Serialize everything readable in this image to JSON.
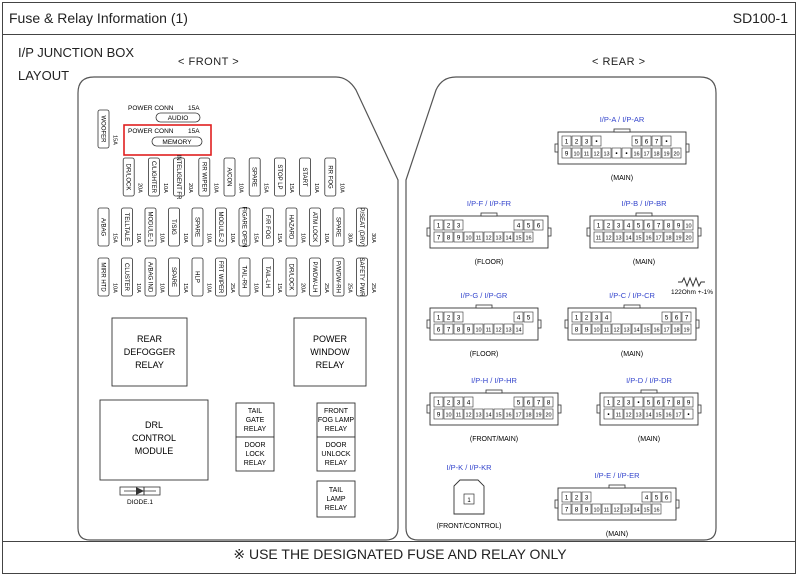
{
  "header": {
    "title": "Fuse & Relay Information (1)",
    "code": "SD100-1"
  },
  "box": {
    "title_line1": "I/P JUNCTION BOX",
    "title_line2": "LAYOUT"
  },
  "sections": {
    "front": "< FRONT >",
    "rear": "< REAR >"
  },
  "power_conn": {
    "audio": {
      "label": "POWER CONN",
      "rating": "15A",
      "name": "AUDIO"
    },
    "memory": {
      "label": "POWER CONN",
      "rating": "15A",
      "name": "MEMORY"
    }
  },
  "fuse_rows": [
    [
      {
        "name": "WOOFER",
        "rating": "15A"
      },
      {
        "name": "DR/LOCK",
        "rating": "20A"
      },
      {
        "name": "C/LIGHTER",
        "rating": "10A"
      },
      {
        "name": "INTELIGENT FR",
        "rating": "20A"
      },
      {
        "name": "RR WIPER",
        "rating": "10A"
      },
      {
        "name": "A/CON",
        "rating": "10A"
      },
      {
        "name": "SPARE",
        "rating": "15A"
      },
      {
        "name": "STOP LP",
        "rating": "15A"
      },
      {
        "name": "START",
        "rating": "10A"
      },
      {
        "name": "RR FOG",
        "rating": "10A"
      }
    ],
    [
      {
        "name": "A/BAG",
        "rating": "15A"
      },
      {
        "name": "TELLTALE",
        "rating": "10A"
      },
      {
        "name": "MODULE-1",
        "rating": "10A"
      },
      {
        "name": "T/SIG",
        "rating": "10A"
      },
      {
        "name": "SPARE",
        "rating": "10A"
      },
      {
        "name": "MODULE-2",
        "rating": "10A"
      },
      {
        "name": "FIGARE OPEN",
        "rating": "15A"
      },
      {
        "name": "F/R FOG",
        "rating": "15A"
      },
      {
        "name": "HAZARD",
        "rating": "10A"
      },
      {
        "name": "ATM LOCK",
        "rating": "10A"
      },
      {
        "name": "SPARE",
        "rating": "30A"
      },
      {
        "name": "P/SEAT (DRV)",
        "rating": "30A"
      }
    ],
    [
      {
        "name": "MIRR HTD",
        "rating": "10A"
      },
      {
        "name": "CLUSTER",
        "rating": "10A"
      },
      {
        "name": "A/BAG IND",
        "rating": "10A"
      },
      {
        "name": "SPARE",
        "rating": "15A"
      },
      {
        "name": "HLP",
        "rating": "10A"
      },
      {
        "name": "FRT WIPER",
        "rating": "25A"
      },
      {
        "name": "TAIL-RH",
        "rating": "10A"
      },
      {
        "name": "TAIL-LH",
        "rating": "15A"
      },
      {
        "name": "DR/LOCK",
        "rating": "20A"
      },
      {
        "name": "P/WDW-LH",
        "rating": "25A"
      },
      {
        "name": "P/WDW-RH",
        "rating": "25A"
      },
      {
        "name": "SAFETY PWR",
        "rating": "25A"
      }
    ]
  ],
  "relays": {
    "rear_defogger": [
      "REAR",
      "DEFOGGER",
      "RELAY"
    ],
    "power_window": [
      "POWER",
      "WINDOW",
      "RELAY"
    ],
    "drl_module": [
      "DRL",
      "CONTROL",
      "MODULE"
    ],
    "tail_gate": [
      "TAIL",
      "GATE",
      "RELAY"
    ],
    "door_lock": [
      "DOOR",
      "LOCK",
      "RELAY"
    ],
    "front_fog": [
      "FRONT",
      "FOG LAMP",
      "RELAY"
    ],
    "door_unlock": [
      "DOOR",
      "UNLOCK",
      "RELAY"
    ],
    "tail_lamp": [
      "TAIL",
      "LAMP",
      "RELAY"
    ]
  },
  "diode": "DIODE.1",
  "resistor": "122Ohm +-1%",
  "connectors": [
    {
      "key": "ipa",
      "codes": [
        "I/P-A",
        "I/P-AR"
      ],
      "sub": "(MAIN)",
      "rows": [
        [
          "1",
          "2",
          "3",
          "•",
          "",
          "",
          "",
          "5",
          "6",
          "7",
          "•"
        ],
        [
          "9",
          "10",
          "11",
          "12",
          "13",
          "•",
          "•",
          "16",
          "17",
          "18",
          "19",
          "20"
        ]
      ]
    },
    {
      "key": "ipf",
      "codes": [
        "I/P-F",
        "I/P-FR"
      ],
      "sub": "(FLOOR)",
      "rows": [
        [
          "1",
          "2",
          "3",
          "",
          "",
          "",
          "",
          "",
          "4",
          "5",
          "6"
        ],
        [
          "7",
          "8",
          "9",
          "10",
          "11",
          "12",
          "13",
          "14",
          "15",
          "16"
        ]
      ]
    },
    {
      "key": "ipb",
      "codes": [
        "I/P-B",
        "I/P-BR"
      ],
      "sub": "(MAIN)",
      "rows": [
        [
          "1",
          "2",
          "3",
          "4",
          "5",
          "6",
          "7",
          "8",
          "9",
          "10"
        ],
        [
          "11",
          "12",
          "13",
          "14",
          "15",
          "16",
          "17",
          "18",
          "19",
          "20"
        ]
      ]
    },
    {
      "key": "ipg",
      "codes": [
        "I/P-G",
        "I/P-GR"
      ],
      "sub": "(FLOOR)",
      "rows": [
        [
          "1",
          "2",
          "3",
          "",
          "",
          "",
          "",
          "",
          "4",
          "5"
        ],
        [
          "6",
          "7",
          "8",
          "9",
          "10",
          "11",
          "12",
          "13",
          "14"
        ]
      ]
    },
    {
      "key": "ipc",
      "codes": [
        "I/P-C",
        "I/P-CR"
      ],
      "sub": "(MAIN)",
      "rows": [
        [
          "1",
          "2",
          "3",
          "4",
          "",
          "",
          "",
          "",
          "",
          "5",
          "6",
          "7"
        ],
        [
          "8",
          "9",
          "10",
          "11",
          "12",
          "13",
          "14",
          "15",
          "16",
          "17",
          "18",
          "19"
        ]
      ]
    },
    {
      "key": "iph",
      "codes": [
        "I/P-H",
        "I/P-HR"
      ],
      "sub": "(FRONT/MAIN)",
      "rows": [
        [
          "1",
          "2",
          "3",
          "4",
          "",
          "",
          "",
          "",
          "5",
          "6",
          "7",
          "8"
        ],
        [
          "9",
          "10",
          "11",
          "12",
          "13",
          "14",
          "15",
          "16",
          "17",
          "18",
          "19",
          "20"
        ]
      ]
    },
    {
      "key": "ipd",
      "codes": [
        "I/P-D",
        "I/P-DR"
      ],
      "sub": "(MAIN)",
      "rows": [
        [
          "1",
          "2",
          "3",
          "•",
          "5",
          "6",
          "7",
          "8",
          "9"
        ],
        [
          "•",
          "11",
          "12",
          "13",
          "14",
          "15",
          "16",
          "17",
          "•"
        ]
      ]
    },
    {
      "key": "ipk",
      "codes": [
        "I/P-K",
        "I/P-KR"
      ],
      "sub": "(FRONT/CONTROL)",
      "rows": [
        [
          "1"
        ]
      ]
    },
    {
      "key": "ipe",
      "codes": [
        "I/P-E",
        "I/P-ER"
      ],
      "sub": "(MAIN)",
      "rows": [
        [
          "1",
          "2",
          "3",
          "",
          "",
          "",
          "",
          "",
          "4",
          "5",
          "6"
        ],
        [
          "7",
          "8",
          "9",
          "10",
          "11",
          "12",
          "13",
          "14",
          "15",
          "16"
        ]
      ]
    }
  ],
  "footer_note": "※ USE THE DESIGNATED FUSE AND RELAY ONLY",
  "colors": {
    "connector_label": "#3344cc",
    "highlight": "#e02020",
    "line": "#444444"
  }
}
